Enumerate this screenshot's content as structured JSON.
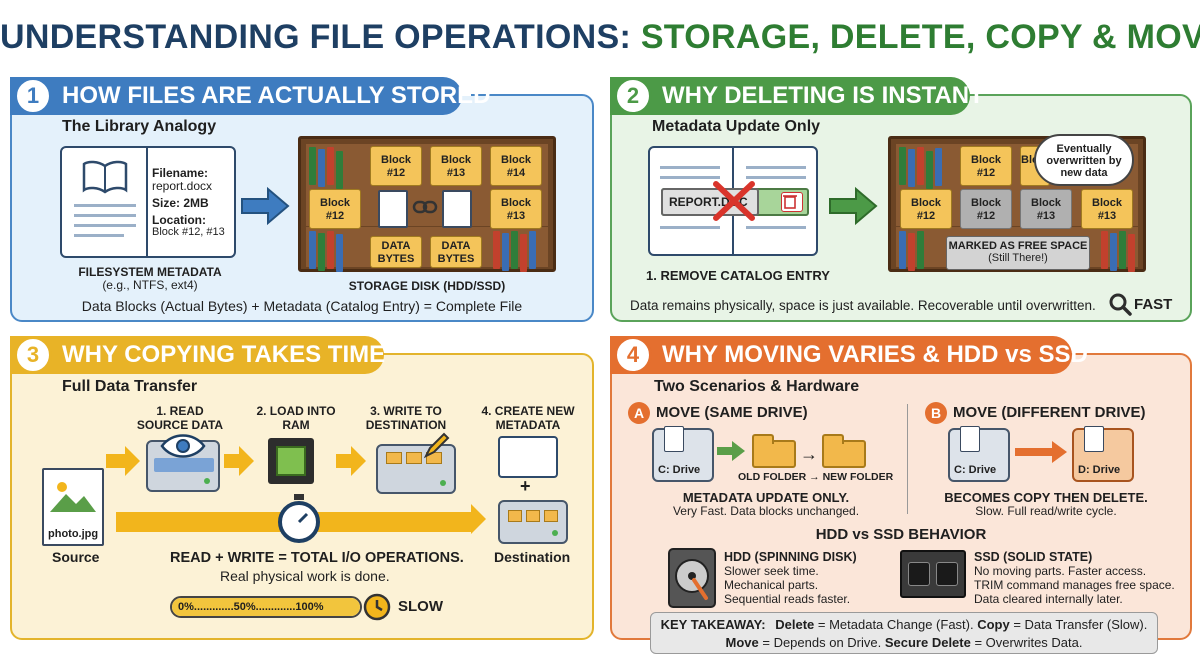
{
  "title": {
    "part1": "UNDERSTANDING FILE OPERATIONS: ",
    "part2": "STORAGE, DELETE, COPY & MOVE"
  },
  "colors": {
    "blue": "#3e7cc0",
    "green": "#4c9a47",
    "yellow": "#e8b327",
    "orange": "#e46f2f",
    "navy": "#1e3f63"
  },
  "panel1": {
    "number": "1",
    "header": "HOW FILES ARE ACTUALLY STORED",
    "subtitle": "The Library Analogy",
    "book": {
      "filename_label": "Filename:",
      "filename": "report.docx",
      "size": "Size: 2MB",
      "location_label": "Location:",
      "location": "Block #12, #13"
    },
    "meta_label": "FILESYSTEM METADATA",
    "meta_sub": "(e.g., NTFS, ext4)",
    "blocks_top": [
      "Block\n#12",
      "Block\n#13",
      "Block\n#14"
    ],
    "blocks_mid_left": "Block\n#12",
    "blocks_mid_right": "Block\n#13",
    "data_bytes": [
      "DATA\nBYTES",
      "DATA\nBYTES"
    ],
    "disk_label": "STORAGE DISK (HDD/SSD)",
    "caption": "Data Blocks (Actual Bytes) + Metadata (Catalog Entry) = Complete File"
  },
  "panel2": {
    "number": "2",
    "header": "WHY DELETING IS INSTANT",
    "subtitle": "Metadata Update Only",
    "entry": "REPORT.DOC",
    "remove_label": "1. REMOVE CATALOG ENTRY",
    "blocks_top": [
      "Block\n#12",
      "Block"
    ],
    "blocks_mid": [
      "Block\n#12",
      "Block\n#12",
      "Block\n#13",
      "Block\n#13"
    ],
    "bubble": "Eventually\noverwritten by\nnew data",
    "marked": "MARKED AS FREE SPACE",
    "still": "(Still There!)",
    "caption": "Data remains physically, space is just available. Recoverable until overwritten.",
    "fast": "FAST"
  },
  "panel3": {
    "number": "3",
    "header": "WHY COPYING TAKES TIME",
    "subtitle": "Full Data Transfer",
    "steps": [
      "1. READ\nSOURCE DATA",
      "2. LOAD INTO\nRAM",
      "3. WRITE TO\nDESTINATION",
      "4. CREATE NEW\nMETADATA"
    ],
    "plus": "+",
    "file_name": "photo.jpg",
    "source": "Source",
    "destination": "Destination",
    "io": "READ + WRITE = TOTAL I/O OPERATIONS.",
    "io_sub": "Real physical work is done.",
    "progress": "0%.............50%.............100%",
    "progress_value": 1.0,
    "slow": "SLOW"
  },
  "panel4": {
    "number": "4",
    "header": "WHY MOVING VARIES & HDD vs SSD",
    "subtitle": "Two Scenarios & Hardware",
    "a": {
      "badge": "A",
      "title": "MOVE (SAME DRIVE)",
      "drive": "C: Drive",
      "folders": "OLD FOLDER → NEW FOLDER",
      "bold": "METADATA UPDATE ONLY.",
      "text": "Very Fast. Data blocks unchanged."
    },
    "b": {
      "badge": "B",
      "title": "MOVE (DIFFERENT DRIVE)",
      "drive_c": "C: Drive",
      "drive_d": "D: Drive",
      "bold": "BECOMES COPY THEN DELETE.",
      "text": "Slow. Full read/write cycle."
    },
    "behavior": "HDD vs SSD BEHAVIOR",
    "hdd": {
      "title": "HDD (SPINNING DISK)",
      "lines": [
        "Slower seek time.",
        "Mechanical parts.",
        "Sequential reads faster."
      ]
    },
    "ssd": {
      "title": "SSD (SOLID STATE)",
      "lines": [
        "No moving parts. Faster access.",
        "TRIM command manages free space.",
        "Data cleared internally later."
      ]
    }
  },
  "takeaway": {
    "label": "KEY TAKEAWAY:",
    "delete": "Delete",
    "delete_text": " = Metadata Change (Fast). ",
    "copy": "Copy",
    "copy_text": " = Data Transfer (Slow).",
    "move": "Move",
    "move_text": " = Depends on Drive. ",
    "secure": "Secure Delete",
    "secure_text": " = Overwrites Data."
  }
}
